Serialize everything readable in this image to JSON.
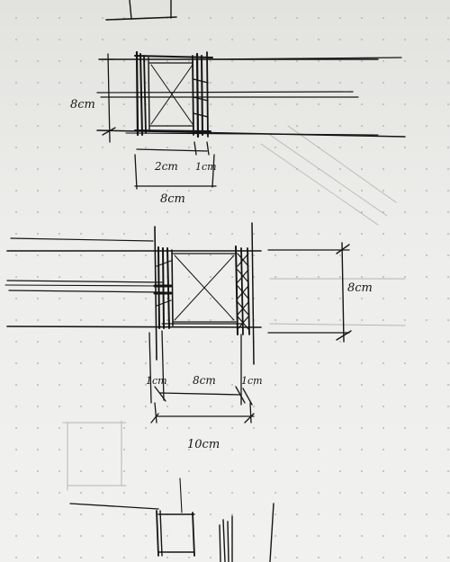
{
  "notes": {
    "top_height": "8cm",
    "top_inner": "2cm",
    "top_side": "1cm",
    "top_total": "8cm",
    "mid_height": "8cm",
    "mid_left": "1cm",
    "mid_inner": "8cm",
    "mid_right": "1cm",
    "mid_total": "10cm"
  },
  "colors": {
    "paper": "#ededeb",
    "ink": "#141414",
    "grid_dot": "#b9b9b6"
  }
}
